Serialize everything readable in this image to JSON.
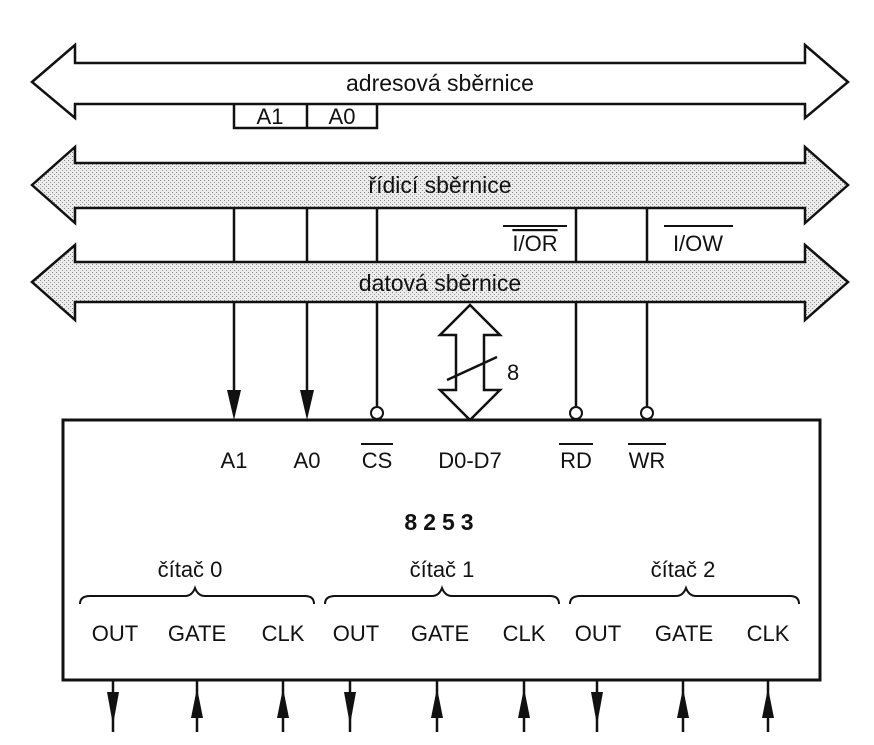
{
  "buses": {
    "address": "adresová sběrnice",
    "control": "řídicí sběrnice",
    "data": "datová sběrnice"
  },
  "address_signals": [
    "A1",
    "A0"
  ],
  "control_signals": [
    "I/OR",
    "I/OW"
  ],
  "data_width": "8",
  "chip": {
    "name": "8253",
    "pins": [
      "A1",
      "A0",
      "CS",
      "D0-D7",
      "RD",
      "WR"
    ],
    "counters": [
      {
        "label": "čítač 0",
        "pins": [
          "OUT",
          "GATE",
          "CLK"
        ]
      },
      {
        "label": "čítač 1",
        "pins": [
          "OUT",
          "GATE",
          "CLK"
        ]
      },
      {
        "label": "čítač 2",
        "pins": [
          "OUT",
          "GATE",
          "CLK"
        ]
      }
    ]
  }
}
